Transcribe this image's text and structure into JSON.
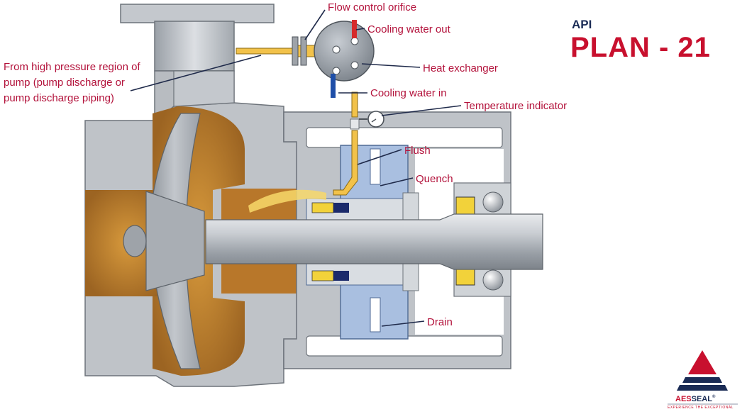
{
  "title": {
    "prefix": "API",
    "main": "PLAN - 21"
  },
  "labels": {
    "flow_control_orifice": "Flow control orifice",
    "cooling_water_out": "Cooling water out",
    "heat_exchanger": "Heat exchanger",
    "cooling_water_in": "Cooling water in",
    "temperature_indicator": "Temperature indicator",
    "flush": "Flush",
    "quench": "Quench",
    "drain": "Drain",
    "source_line1": "From high pressure region of",
    "source_line2": "pump (pump discharge or",
    "source_line3": "pump discharge piping)"
  },
  "logo": {
    "name_part1": "AES",
    "name_part2": "SEAL",
    "name_suffix": "®",
    "tagline": "EXPERIENCE THE EXCEPTIONAL"
  },
  "colors": {
    "label_red": "#b3123b",
    "title_red": "#c8102e",
    "title_navy": "#1a2b55",
    "flush_fluid": "#f2c24a",
    "process_fluid": "#b8772a",
    "casing_grey": "#bfc3c8",
    "seal_blue": "#a9bfe0",
    "cooling_out": "#d62b2b",
    "cooling_in": "#1f4fa8"
  }
}
